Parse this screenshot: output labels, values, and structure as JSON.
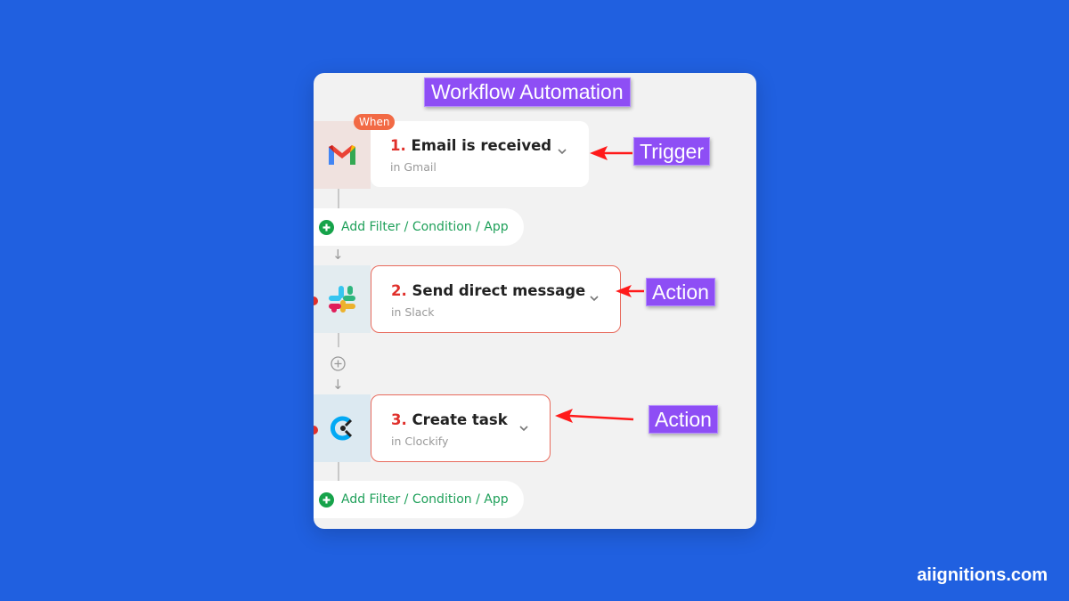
{
  "header": {
    "title": "Workflow Automation"
  },
  "steps": [
    {
      "number": "1.",
      "title": "Email is received",
      "app_label": "in Gmail",
      "icon": "gmail-icon",
      "badge": "When"
    },
    {
      "number": "2.",
      "title": "Send direct message",
      "app_label": "in Slack",
      "icon": "slack-icon"
    },
    {
      "number": "3.",
      "title": "Create task",
      "app_label": "in Clockify",
      "icon": "clockify-icon"
    }
  ],
  "filters": [
    {
      "label": "Add Filter / Condition / App"
    },
    {
      "label": "Add Filter / Condition / App"
    }
  ],
  "annotations": {
    "trigger": "Trigger",
    "action1": "Action",
    "action2": "Action"
  },
  "footer": {
    "brand": "aiignitions.com"
  },
  "colors": {
    "background": "#2060e0",
    "annotation": "#8e4ef5",
    "step_number": "#e0302b",
    "filter_text": "#1fa05a",
    "when_badge": "#f26a45"
  }
}
